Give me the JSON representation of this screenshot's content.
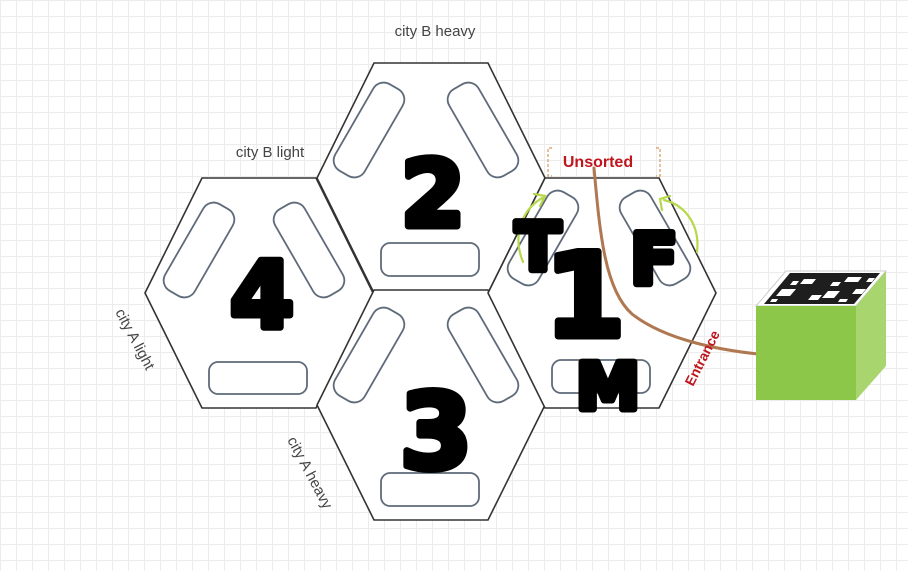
{
  "labels": {
    "city_b_heavy": "city B heavy",
    "city_b_light": "city B light",
    "city_a_light": "city A light",
    "city_a_heavy": "city A heavy",
    "unsorted": "Unsorted",
    "entrance": "Entrance"
  },
  "markers": {
    "cell_1": "1",
    "cell_2": "2",
    "cell_3": "3",
    "cell_4": "4",
    "letter_t": "T",
    "letter_f": "F",
    "letter_m": "M"
  },
  "colors": {
    "hex_stroke": "#333333",
    "slot_stroke": "#5f6b7a",
    "unsorted_text": "#c0161e",
    "entrance_text": "#c0161e",
    "route_line": "#b07850",
    "arrow_green": "#b7d84a",
    "box_front": "#8dc74a",
    "box_side": "#a9d56e",
    "bracket": "#d8a878"
  }
}
